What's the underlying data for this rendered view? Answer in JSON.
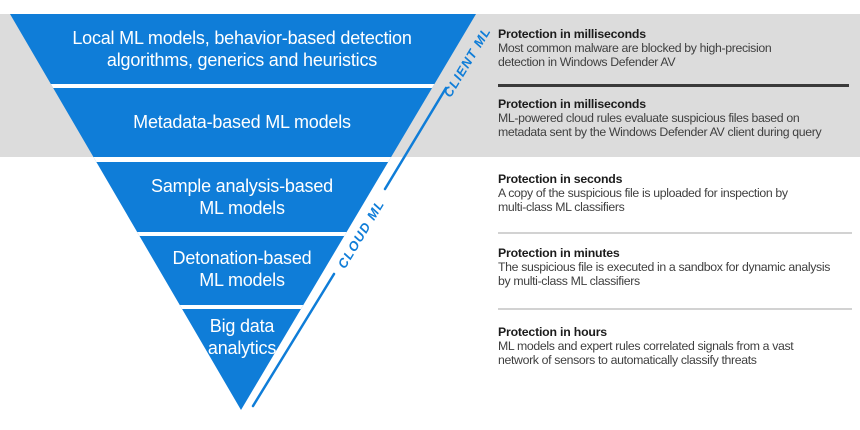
{
  "colors": {
    "pyramid_blue": "#0f7dd8",
    "band_gray": "#dcdcdc",
    "dark_rule": "#3a3a3a",
    "light_rule": "#d2d2d2",
    "heading_text": "#1c1c1c",
    "body_text": "#3f3f3f",
    "layer_text": "#ffffff"
  },
  "pyramid": {
    "client_label": "CLIENT ML",
    "cloud_label": "CLOUD ML",
    "layers": [
      {
        "label": "Local ML models, behavior-based detection\nalgorithms, generics and heuristics"
      },
      {
        "label": "Metadata-based ML models"
      },
      {
        "label": "Sample analysis-based\nML models"
      },
      {
        "label": "Detonation-based\nML models"
      },
      {
        "label": "Big data\nanalytics"
      }
    ]
  },
  "info_blocks": [
    {
      "title": "Protection in milliseconds",
      "body": "Most common malware are blocked by high-precision\ndetection in Windows Defender AV"
    },
    {
      "title": "Protection in milliseconds",
      "body": "ML-powered cloud rules evaluate suspicious files based on\nmetadata sent by the Windows Defender AV client during query"
    },
    {
      "title": "Protection in seconds",
      "body": "A copy of the suspicious file is uploaded for inspection by\nmulti-class ML classifiers"
    },
    {
      "title": "Protection in minutes",
      "body": "The suspicious file is executed in a sandbox for dynamic analysis\nby multi-class ML classifiers"
    },
    {
      "title": "Protection in hours",
      "body": "ML models and expert rules correlated signals from a  vast\nnetwork of sensors to automatically classify threats"
    }
  ]
}
